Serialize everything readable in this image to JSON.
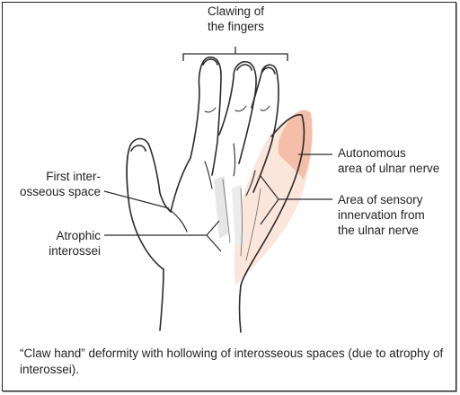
{
  "labels": {
    "clawing": "Clawing of\nthe fingers",
    "first_interosseous": "First inter-\nosseous space",
    "atrophic": "Atrophic\ninterossei",
    "autonomous": "Autonomous\narea of ulnar nerve",
    "sensory": "Area of sensory\ninnervation from\nthe ulnar nerve"
  },
  "caption": "“Claw hand” deformity with hollowing of interosseous spaces (due to atrophy of interossei).",
  "colors": {
    "sensory_fill": "#fbe3d8",
    "autonomous_fill": "#f4b9a2",
    "atrophy_shade": "#e6e6e6",
    "outline": "#2a2a2a"
  }
}
